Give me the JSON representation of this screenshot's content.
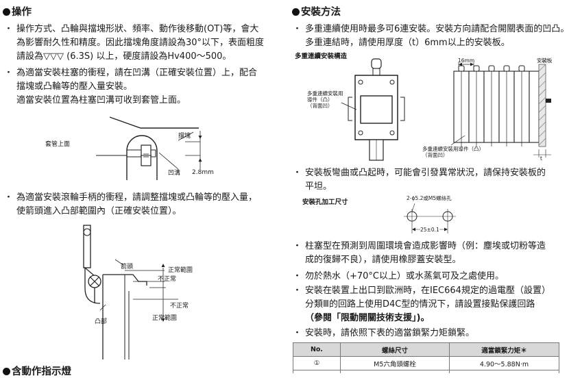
{
  "left": {
    "section1": {
      "title": "操作",
      "bullet1": [
        "操作方式、凸輪與擋塊形狀、頻率、動作後移動(OT)等，會大",
        "為影響耐久性和精度。因此擋塊角度請設為30°以下，表面粗度",
        "請設為▽▽▽ (6.3S) 以上，硬度請設為Hv400～500。"
      ],
      "bullet2": [
        "為適當安裝柱塞的衝程，請在凹溝（正確安裝位置）上，配合",
        "擋塊或凸輪等的壓入量安裝。",
        "適當安裝位置為柱塞凹溝可收到套管上面。"
      ],
      "fig1": {
        "sleeve_top": "套管上面",
        "dog": "擋塊",
        "groove": "凹溝",
        "dim": "2.8mm"
      },
      "bullet3": [
        "為適當安裝滾輪手柄的衝程，請調整擋塊或凸輪等的壓入量，",
        "使箭頭進入凸部範圍內（正確安裝位置）。"
      ],
      "fig2": {
        "arrow": "箭頭",
        "normal_range_top": "正常範圍",
        "abnormal_top": "不正常",
        "abnormal_bottom": "不正常",
        "normal_range_bottom": "正常範圍",
        "convex": "凸部"
      }
    },
    "section2": {
      "title": "含動作指示燈"
    }
  },
  "right": {
    "section": {
      "title": "安裝方法",
      "bullet1": [
        "多重連續使用時最多可6連安裝。安裝方向請配合開關表面的凹凸。",
        "多重連結時，請使用厚度（t）6mm以上的安裝板。"
      ],
      "multi_title": "多重連續安裝構造",
      "fig_multi": {
        "guide_convex": [
          "多重連續安裝用",
          "導件（凸）",
          "（背面凹）"
        ],
        "dim16": "16mm",
        "plate": "安裝板",
        "guide_bottom": [
          "多重連續安裝用導件（凸）",
          "（背面凹）"
        ],
        "t": "t"
      },
      "bullet2": [
        "安裝板彎曲或凸起時，可能會引發異常狀況，請保持安裝板的",
        "平坦。"
      ],
      "hole_title": "安裝孔加工尺寸",
      "fig_hole": {
        "holes": "2-ϕ5.2或M5螺絲孔",
        "pitch": "25±0.1"
      },
      "bullet3": [
        "柱塞型在預測到周圍環境會造成影響時（例：塵埃或切粉等造",
        "成的復歸不良），請使用橡膠蓋安裝型。"
      ],
      "bullet4": [
        "勿於熱水（+70°C以上）或水蒸氣可及之處使用。"
      ],
      "bullet5": [
        "安裝在裝置上出口到歐洲時，在IEC664規定的過電壓（設置）",
        "分類Ⅲ的回路上使用D4C型的情況下，請設置接點保護回路",
        "（參閱「限動開關技術支援」)。"
      ],
      "bullet6": [
        "安裝時，請依照下表的適當鎖緊力矩鎖緊。"
      ],
      "table": {
        "headers": [
          "No.",
          "螺絲尺寸",
          "適當鎖緊力矩＊"
        ],
        "rows": [
          {
            "no": "①",
            "size": "M5六角頭螺栓",
            "torque": "4.90～5.88N·m"
          }
        ]
      }
    }
  },
  "bullet_char": "・"
}
